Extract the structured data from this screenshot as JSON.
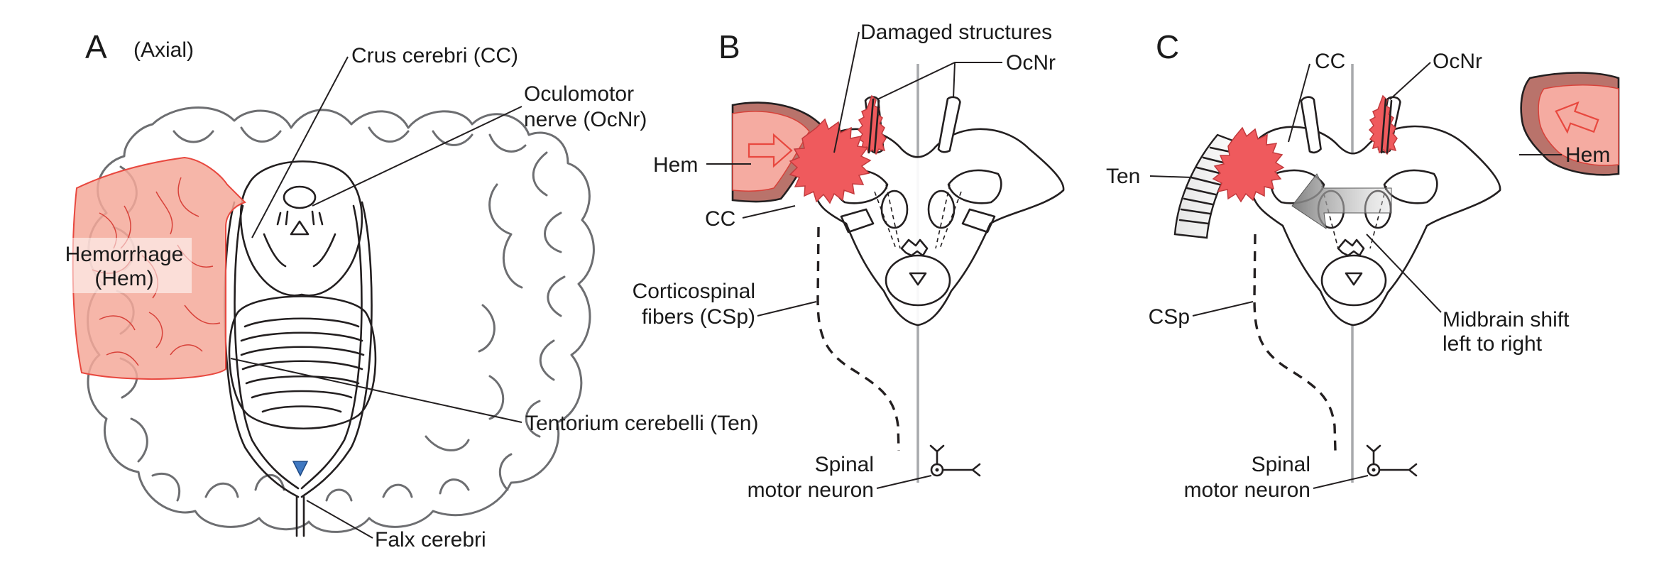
{
  "colors": {
    "hemorrhage_fill": "#f4a99a",
    "hemorrhage_edge": "#e8483f",
    "damage": "#ef5a5d",
    "hem_rim": "#b9736b",
    "hem_core": "#f5aba1",
    "ventricle": "#3f78c1",
    "midline": "#a7a9ac"
  },
  "panels": {
    "A": {
      "letter": "A",
      "subtitle": "(Axial)",
      "labels": {
        "crus": "Crus cerebri (CC)",
        "ocnr_line1": "Oculomotor",
        "ocnr_line2": "nerve (OcNr)",
        "hem_line1": "Hemorrhage",
        "hem_line2": "(Hem)",
        "tentorium": "Tentorium cerebelli (Ten)",
        "falx": "Falx cerebri"
      }
    },
    "B": {
      "letter": "B",
      "labels": {
        "damaged": "Damaged structures",
        "ocnr": "OcNr",
        "hem": "Hem",
        "cc": "CC",
        "csp_line1": "Corticospinal",
        "csp_line2": "fibers (CSp)",
        "spinal_line1": "Spinal",
        "spinal_line2": "motor neuron"
      }
    },
    "C": {
      "letter": "C",
      "labels": {
        "cc": "CC",
        "ocnr": "OcNr",
        "hem": "Hem",
        "ten": "Ten",
        "csp": "CSp",
        "shift_line1": "Midbrain shift",
        "shift_line2": "left to right",
        "spinal_line1": "Spinal",
        "spinal_line2": "motor neuron"
      }
    }
  }
}
